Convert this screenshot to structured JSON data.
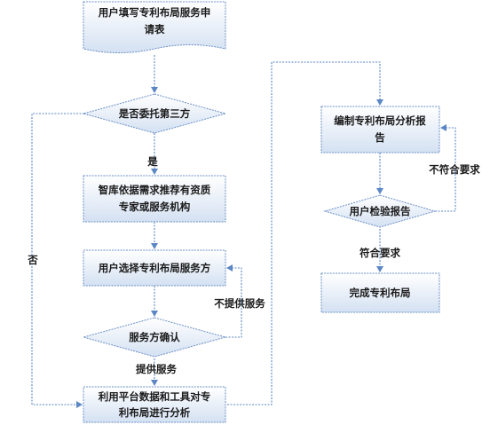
{
  "nodes": {
    "apply_form": {
      "line1": "用户填写专利布局服务申",
      "line2": "请表"
    },
    "delegate_decision": {
      "text": "是否委托第三方"
    },
    "think_tank_recommend": {
      "line1": "智库依据需求推荐有资质",
      "line2": "专家或服务机构"
    },
    "user_select": {
      "text": "用户选择专利布局服务方"
    },
    "provider_confirm": {
      "text": "服务方确认"
    },
    "analyze": {
      "line1": "利用平台数据和工具对专",
      "line2": "利布局进行分析"
    },
    "compile_report": {
      "line1": "编制专利布局分析报",
      "line2": "告"
    },
    "user_check": {
      "text": "用户检验报告"
    },
    "complete": {
      "text": "完成专利布局"
    }
  },
  "labels": {
    "yes": "是",
    "no": "否",
    "no_service": "不提供服务",
    "provide_service": "提供服务",
    "not_meet": "不符合要求",
    "meet": "符合要求"
  },
  "colors": {
    "box_fill_top": "#ffffff",
    "box_fill_bottom": "#d7e3f3",
    "box_border": "#6a8fc7",
    "arrow": "#5b87c5"
  }
}
